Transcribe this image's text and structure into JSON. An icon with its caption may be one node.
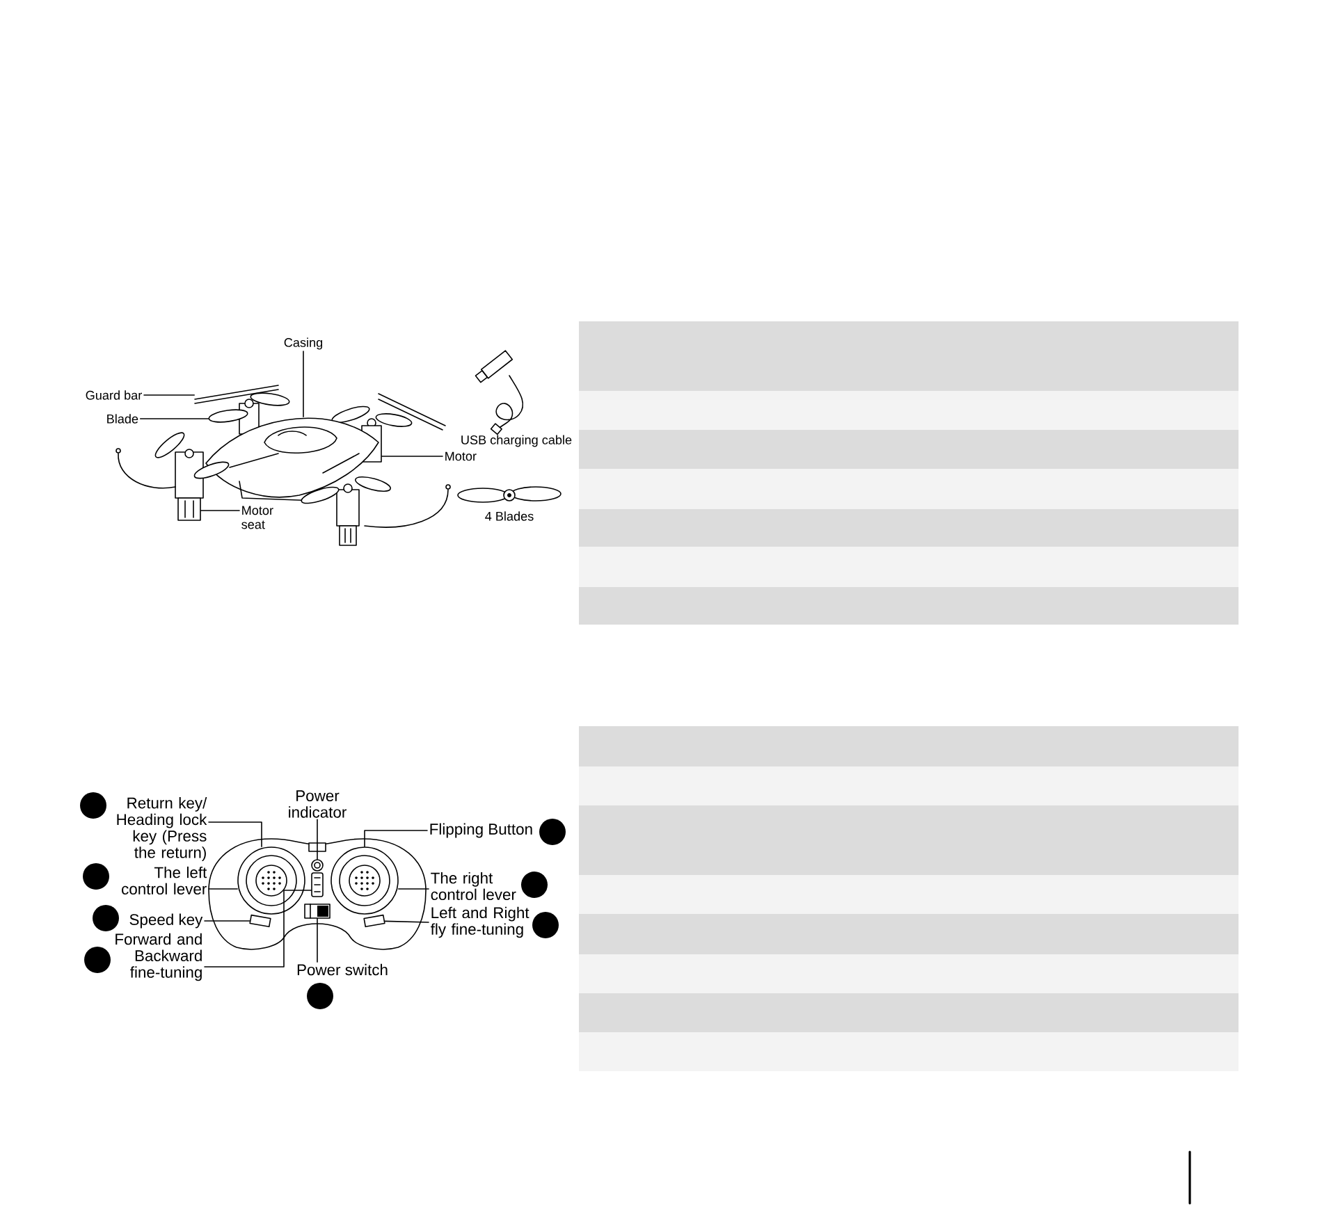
{
  "diagram": {
    "nodes": [
      {
        "text": [
          "Guard bar"
        ]
      },
      {
        "text": [
          "Blade"
        ]
      },
      {
        "text": [
          "Casing"
        ]
      },
      {
        "text": [
          "Motor"
        ]
      },
      {
        "text": [
          "Motor seat"
        ]
      },
      {
        "text": [
          "Return key/ Heading lock key (Press the return)"
        ]
      },
      {
        "text": [
          "Power indicator"
        ]
      },
      {
        "text": [
          "Flipping Button"
        ]
      },
      {
        "text": [
          "The left control lever"
        ]
      },
      {
        "text": [
          "The right control lever"
        ]
      },
      {
        "text": [
          "Speed key"
        ]
      },
      {
        "text": [
          "Left and Right fly fine-tuning"
        ]
      },
      {
        "text": [
          "Forward and Backward fine-tuning"
        ]
      },
      {
        "text": [
          "Power switch"
        ]
      },
      {
        "text": [],
        "shape": "picture"
      },
      {
        "text": [],
        "shape": "picture"
      },
      {
        "text": [],
        "shape": "picture"
      },
      {
        "text": [],
        "shape": "box"
      },
      {
        "text": [],
        "shape": "picture"
      },
      {
        "text": [],
        "shape": "picture"
      },
      {
        "text": [],
        "shape": "picture"
      },
      {
        "text": [],
        "shape": "picture"
      },
      {
        "text": [],
        "shape": "picture"
      },
      {
        "text": [],
        "shape": "box"
      },
      {
        "text": [],
        "shape": "picture"
      },
      {
        "text": [],
        "shape": "box"
      },
      {
        "text": [],
        "shape": "box"
      },
      {
        "text": [],
        "shape": "box"
      },
      {
        "text": [],
        "shape": "box"
      },
      {
        "text": [],
        "shape": "picture"
      }
    ],
    "edges": [
      {
        "from": 0,
        "to": 14,
        "arrow": "none"
      },
      {
        "from": 1,
        "to": 15,
        "arrow": "none"
      },
      {
        "from": 2,
        "to": 16,
        "arrow": "none"
      },
      {
        "from": 3,
        "to": 17,
        "arrow": "none"
      },
      {
        "from": 4,
        "to": 18,
        "arrow": "none"
      },
      {
        "from": 5,
        "to": 20,
        "arrow": "none"
      },
      {
        "from": 6,
        "to": 19,
        "arrow": "none"
      },
      {
        "from": 7,
        "to": 22,
        "arrow": "none"
      },
      {
        "from": 8,
        "to": 20,
        "arrow": "none"
      },
      {
        "from": 9,
        "to": 22,
        "arrow": "none"
      },
      {
        "from": 10,
        "to": 23,
        "arrow": "none"
      },
      {
        "from": 11,
        "to": 25,
        "arrow": "none"
      },
      {
        "from": 12,
        "to": 21,
        "arrow": "none"
      },
      {
        "from": 13,
        "to": 24,
        "arrow": "none"
      }
    ],
    "labels": [
      "USB charging cable",
      "4 Blades"
    ]
  }
}
